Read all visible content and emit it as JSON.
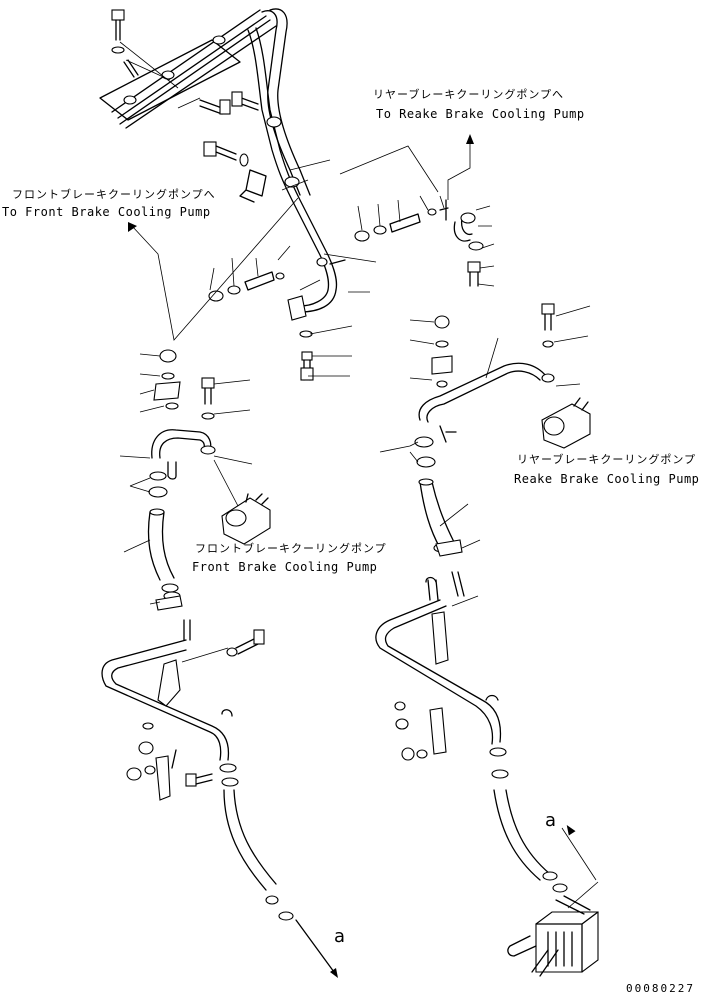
{
  "labels": {
    "rear_pump_jp_top": "リヤーブレーキクーリングポンプへ",
    "rear_pump_en_top": "To Reake Brake Cooling Pump",
    "front_pump_jp_top": "フロントブレーキクーリングポンプへ",
    "front_pump_en_top": "To Front Brake Cooling Pump",
    "rear_pump_jp": "リヤーブレーキクーリングポンプ",
    "rear_pump_en": "Reake Brake Cooling Pump",
    "front_pump_jp": "フロントブレーキクーリングポンプ",
    "front_pump_en": "Front Brake Cooling Pump",
    "ref_a_left": "a",
    "ref_a_right": "a",
    "drawing_number": "00080227"
  }
}
